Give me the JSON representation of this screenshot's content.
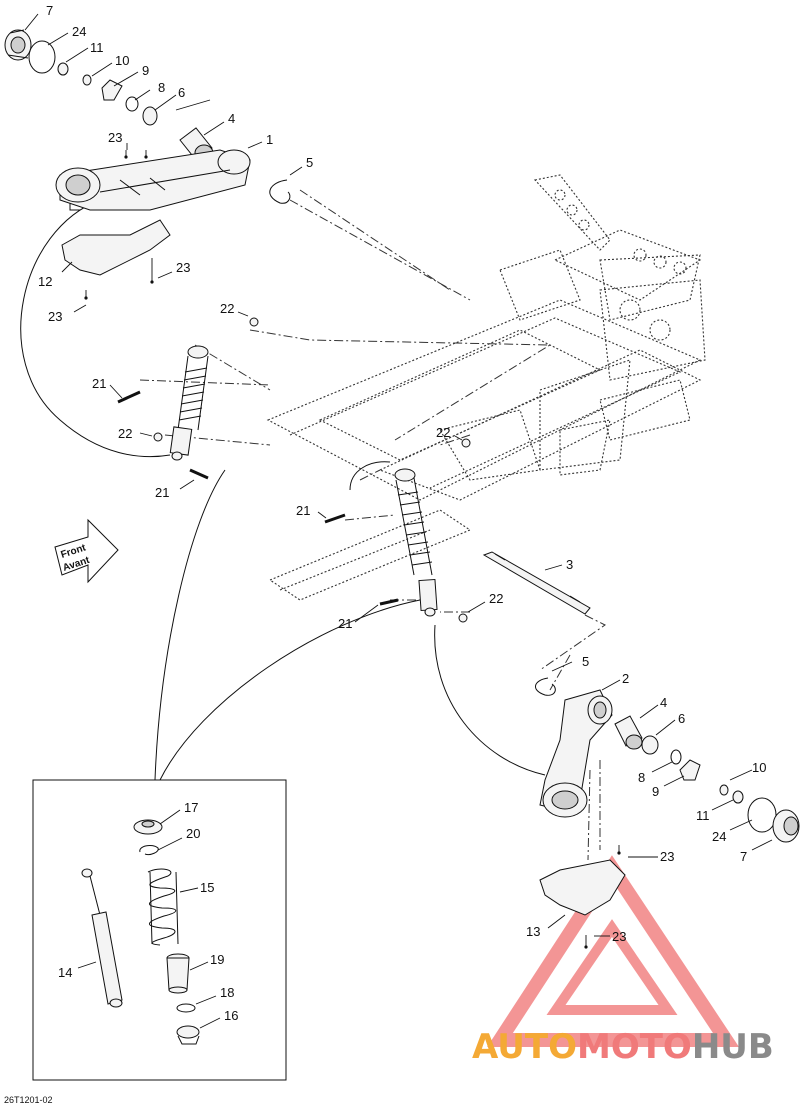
{
  "diagram": {
    "code": "26T1201-02",
    "front_label": "Front",
    "avant_label": "Avant",
    "watermark": {
      "part1": "AUTO",
      "part2": "MOTO",
      "part3": "HUB",
      "color_orange": "#f4a935",
      "color_red": "#f07a7a",
      "color_gray": "#8a8a8a"
    },
    "callouts": {
      "c7a": "7",
      "c24a": "24",
      "c11a": "11",
      "c10a": "10",
      "c9a": "9",
      "c8a": "8",
      "c6a": "6",
      "c4a": "4",
      "c1": "1",
      "c23a": "23",
      "c5a": "5",
      "c12": "12",
      "c23b": "23",
      "c23c": "23",
      "c22a": "22",
      "c21a": "21",
      "c22b": "22",
      "c21b": "21",
      "c22c": "22",
      "c21c": "21",
      "c3": "3",
      "c22d": "22",
      "c21d": "21",
      "c5b": "5",
      "c2": "2",
      "c4b": "4",
      "c6b": "6",
      "c8b": "8",
      "c9b": "9",
      "c10b": "10",
      "c11b": "11",
      "c24b": "24",
      "c7b": "7",
      "c23d": "23",
      "c13": "13",
      "c23e": "23",
      "c17": "17",
      "c20": "20",
      "c15": "15",
      "c14": "14",
      "c19": "19",
      "c18": "18",
      "c16": "16"
    }
  }
}
